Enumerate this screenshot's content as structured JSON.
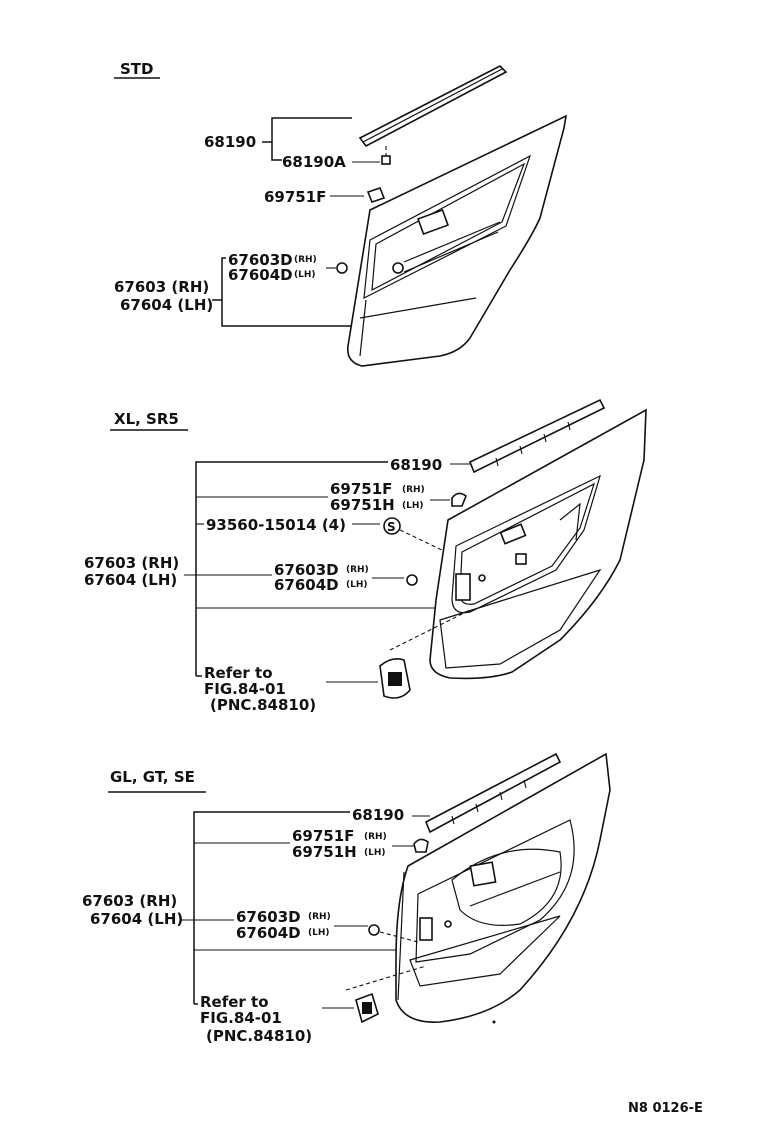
{
  "sections": {
    "std": {
      "title": "STD",
      "labels": {
        "p68190": "68190",
        "p68190a": "68190A",
        "p69751f": "69751F",
        "p67603d": "67603D",
        "p67603d_side": "(RH)",
        "p67604d": "67604D",
        "p67604d_side": "(LH)",
        "p67603": "67603 (RH)",
        "p67604": "67604 (LH)"
      }
    },
    "xl": {
      "title": "XL, SR5",
      "labels": {
        "p68190": "68190",
        "p69751f": "69751F",
        "p69751f_side": "(RH)",
        "p69751h": "69751H",
        "p69751h_side": "(LH)",
        "p93560": "93560-15014 (4)",
        "s_mark": "S",
        "p67603": "67603 (RH)",
        "p67604": "67604 (LH)",
        "p67603d": "67603D",
        "p67603d_side": "(RH)",
        "p67604d": "67604D",
        "p67604d_side": "(LH)",
        "refer1": "Refer to",
        "refer2": "FIG.84-01",
        "refer3": "(PNC.84810)"
      }
    },
    "gl": {
      "title": "GL, GT, SE",
      "labels": {
        "p68190": "68190",
        "p69751f": "69751F",
        "p69751f_side": "(RH)",
        "p69751h": "69751H",
        "p69751h_side": "(LH)",
        "p67603": "67603 (RH)",
        "p67604": "67604 (LH)",
        "p67603d": "67603D",
        "p67603d_side": "(RH)",
        "p67604d": "67604D",
        "p67604d_side": "(LH)",
        "refer1": "Refer to",
        "refer2": "FIG.84-01",
        "refer3": "(PNC.84810)"
      }
    }
  },
  "footer": {
    "code": "N8 0126-E"
  }
}
